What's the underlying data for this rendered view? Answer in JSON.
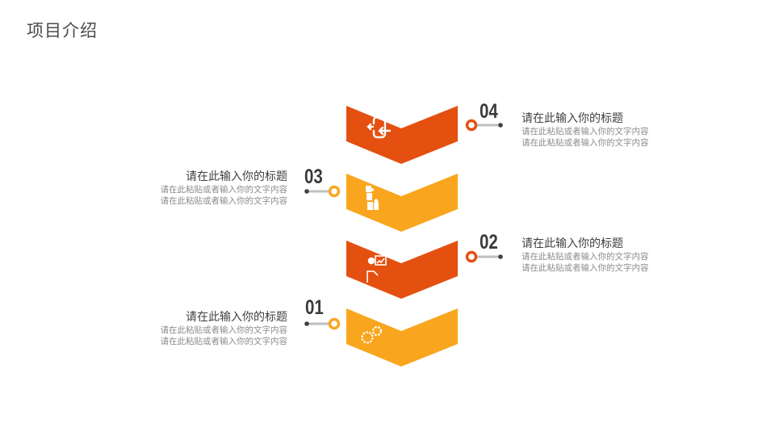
{
  "page": {
    "title": "项目介绍"
  },
  "colors": {
    "orange": "#E4500F",
    "yellow": "#F9A61E",
    "connector_line": "#BFBFBF",
    "connector_dot": "#404040"
  },
  "steps": [
    {
      "number": "04",
      "side": "right",
      "color": "orange",
      "icon": "login-icon",
      "heading": "请在此输入你的标题",
      "lines": [
        "请在此粘贴或者输入你的文字内容",
        "请在此粘贴或者输入你的文字内容"
      ]
    },
    {
      "number": "03",
      "side": "left",
      "color": "yellow",
      "icon": "puzzle-icon",
      "heading": "请在此输入你的标题",
      "lines": [
        "请在此粘贴或者输入你的文字内容",
        "请在此粘贴或者输入你的文字内容"
      ]
    },
    {
      "number": "02",
      "side": "right",
      "color": "orange",
      "icon": "presentation-icon",
      "heading": "请在此输入你的标题",
      "lines": [
        "请在此粘贴或者输入你的文字内容",
        "请在此粘贴或者输入你的文字内容"
      ]
    },
    {
      "number": "01",
      "side": "left",
      "color": "yellow",
      "icon": "gears-icon",
      "heading": "请在此输入你的标题",
      "lines": [
        "请在此粘贴或者输入你的文字内容",
        "请在此粘贴或者输入你的文字内容"
      ]
    }
  ]
}
